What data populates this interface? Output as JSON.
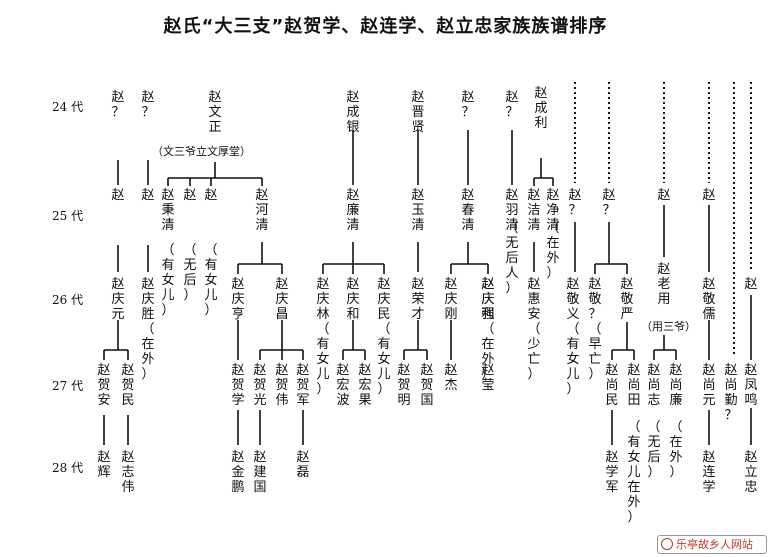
{
  "title": "赵氏“大三支”赵贺学、赵连学、赵立忠家族族谱排序",
  "generations": [
    "24 代",
    "25 代",
    "26 代",
    "27 代",
    "28 代"
  ],
  "names": {
    "g24": [
      "赵？",
      "赵？",
      "赵文正",
      "赵成银",
      "赵晋贤",
      "赵？",
      "赵？",
      "赵成利"
    ],
    "g24_note": "（文三爷立文厚堂）",
    "g25": [
      "赵",
      "赵",
      "赵秉清",
      "赵",
      "赵",
      "赵河清",
      "赵廉清",
      "赵玉清",
      "赵春清",
      "赵羽清",
      "赵洁清",
      "赵净清",
      "赵？",
      "赵？",
      "赵",
      "赵"
    ],
    "g25_notes": [
      "（有女儿）",
      "（无后）",
      "（有女儿）",
      "（无后人）",
      "（在外）"
    ],
    "g26": [
      "赵庆元",
      "赵庆胜",
      "赵庆亨",
      "赵庆昌",
      "赵庆林",
      "赵庆和",
      "赵庆民",
      "赵荣才",
      "赵庆刚",
      "赵庆强",
      "赵庆利",
      "赵惠安",
      "赵敬义",
      "赵敬？",
      "赵敬严",
      "赵老用",
      "赵敬儒",
      "赵"
    ],
    "g26_notes": [
      "（在外）",
      "（有女儿）",
      "（有女儿）",
      "（在外）",
      "（少亡）",
      "（有女儿）",
      "（早亡）",
      "（用三爷）"
    ],
    "g27": [
      "赵贺安",
      "赵贺民",
      "赵贺学",
      "赵贺光",
      "赵贺伟",
      "赵贺军",
      "赵宏波",
      "赵宏果",
      "赵贺明",
      "赵贺国",
      "赵杰",
      "赵莹",
      "赵尚民",
      "赵尚田",
      "赵尚志",
      "赵尚廉",
      "赵尚元",
      "赵尚勤？",
      "赵凤鸣"
    ],
    "g27_notes": [
      "（有女儿在外）",
      "（无后）",
      "（在外）"
    ],
    "g28": [
      "赵辉",
      "赵志伟",
      "赵金鹏",
      "赵建国",
      "赵磊",
      "赵学军",
      "赵连学",
      "赵立忠"
    ]
  },
  "watermark": "乐亭故乡人网站"
}
